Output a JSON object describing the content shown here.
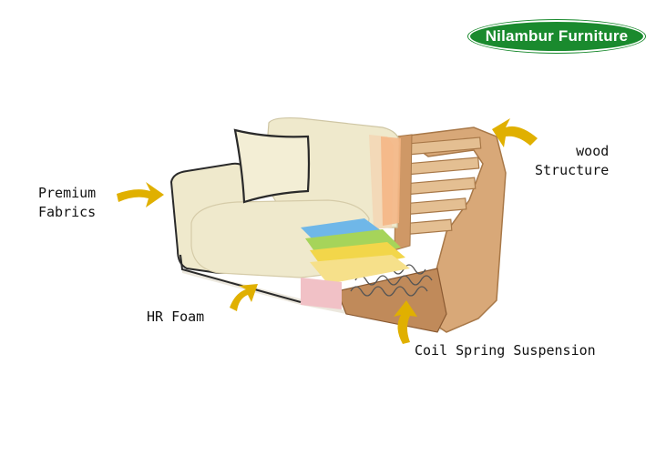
{
  "brand": {
    "name": "Nilambur Furniture",
    "color": "#1a8a2e"
  },
  "callouts": {
    "fabrics": {
      "line1": "Premium",
      "line2": "Fabrics"
    },
    "wood": {
      "line1": "wood",
      "line2": "Structure"
    },
    "foam": {
      "text": "HR Foam"
    },
    "coil": {
      "text": "Coil Spring Suspension"
    }
  },
  "colors": {
    "arrow": "#e0b000",
    "fabric": "#f1ecd2",
    "wood": "#d8a878",
    "foam_blue": "#6fb7e8",
    "foam_green": "#a6d45a",
    "foam_yellow": "#f2d64a"
  },
  "illustration": {
    "subject": "sofa-cutaway"
  }
}
